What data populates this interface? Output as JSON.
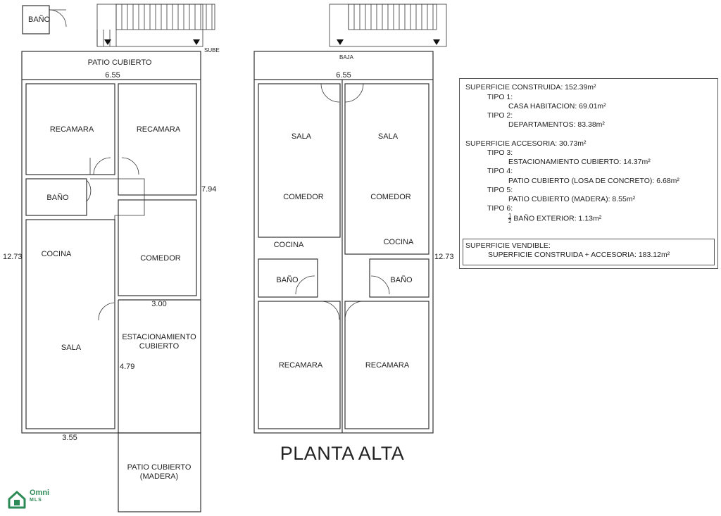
{
  "plan_left": {
    "rooms": {
      "bano_ext": "BAÑO",
      "patio_cubierto": "PATIO CUBIERTO",
      "recamara_1": "RECAMARA",
      "recamara_2": "RECAMARA",
      "bano": "BAÑO",
      "cocina": "COCINA",
      "comedor": "COMEDOR",
      "sala": "SALA",
      "estacionamiento_1": "ESTACIONAMIENTO",
      "estacionamiento_2": "CUBIERTO",
      "patio_madera_1": "PATIO CUBIERTO",
      "patio_madera_2": "(MADERA)"
    },
    "stair_label": "SUBE",
    "dims": {
      "top_width": "6.55",
      "right_depth": "7.94",
      "left_depth": "12.73",
      "parking_width": "3.00",
      "parking_depth": "4.79",
      "sala_width": "3.55"
    }
  },
  "plan_right": {
    "title": "PLANTA ALTA",
    "stair_label": "BAJA",
    "rooms": {
      "sala_1": "SALA",
      "sala_2": "SALA",
      "comedor_1": "COMEDOR",
      "comedor_2": "COMEDOR",
      "cocina_1": "COCINA",
      "cocina_2": "COCINA",
      "bano_1": "BAÑO",
      "bano_2": "BAÑO",
      "recamara_1": "RECAMARA",
      "recamara_2": "RECAMARA"
    },
    "dims": {
      "top_width": "6.55",
      "right_depth": "12.73"
    }
  },
  "summary": {
    "construida": "SUPERFICIE CONSTRUIDA: 152.39m²",
    "tipo1": "TIPO 1:",
    "tipo1_item": "CASA HABITACION: 69.01m²",
    "tipo2": "TIPO 2:",
    "tipo2_item": "DEPARTAMENTOS: 83.38m²",
    "accesoria": "SUPERFICIE ACCESORIA: 30.73m²",
    "tipo3": "TIPO 3:",
    "tipo3_item": "ESTACIONAMIENTO CUBIERTO: 14.37m²",
    "tipo4": "TIPO 4:",
    "tipo4_item": "PATIO CUBIERTO (LOSA DE CONCRETO): 6.68m²",
    "tipo5": "TIPO 5:",
    "tipo5_item": "PATIO CUBIERTO (MADERA): 8.55m²",
    "tipo6": "TIPO 6:",
    "tipo6_frac_num": "1",
    "tipo6_frac_den": "2",
    "tipo6_item": "BAÑO EXTERIOR: 1.13m²",
    "vendible": "SUPERFICIE VENDIBLE:",
    "vendible_item": "SUPERFICIE CONSTRUIDA + ACCESORIA: 183.12m²"
  },
  "logo": {
    "brand": "Omni",
    "sub": "MLS",
    "color": "#2e8b57"
  }
}
